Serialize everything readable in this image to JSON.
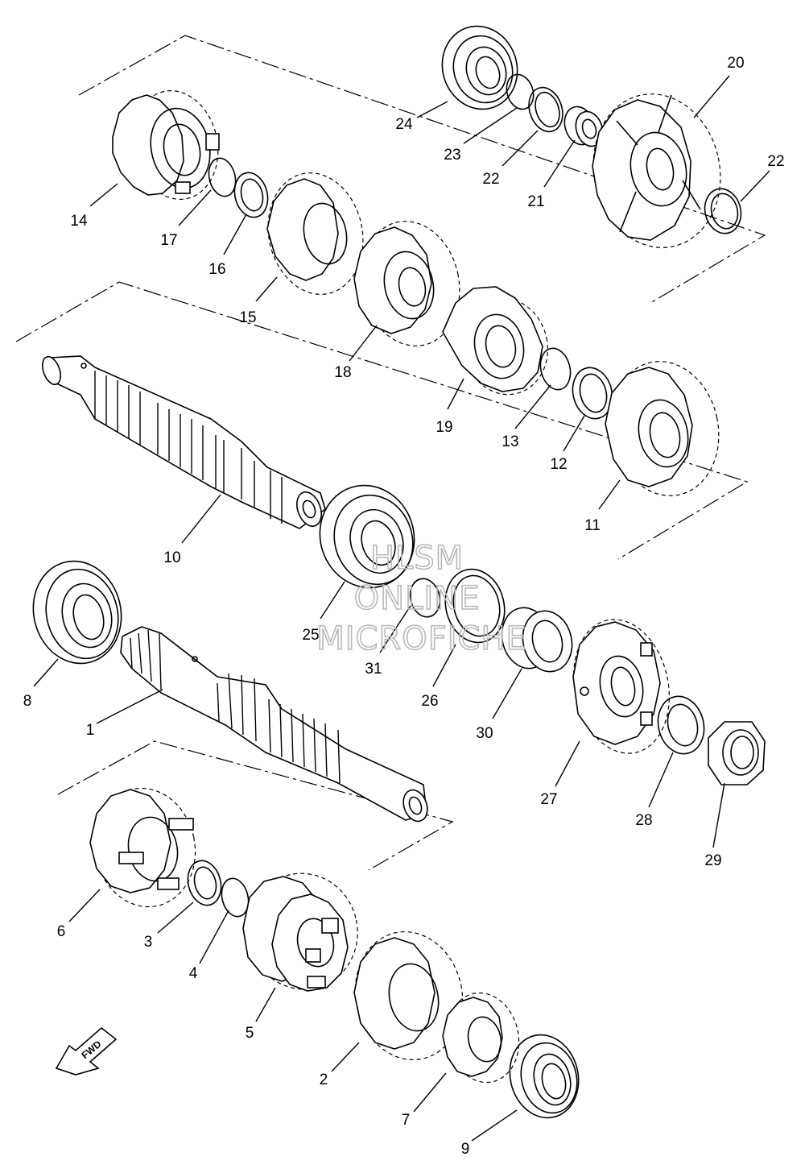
{
  "watermark": {
    "lines": [
      "HLSM",
      "ONLINE",
      "MICROFICHE"
    ]
  },
  "fwd_label": "FWD",
  "parts": [
    {
      "id": "p1",
      "label": "1"
    },
    {
      "id": "p2",
      "label": "2"
    },
    {
      "id": "p3",
      "label": "3"
    },
    {
      "id": "p4",
      "label": "4"
    },
    {
      "id": "p5",
      "label": "5"
    },
    {
      "id": "p6",
      "label": "6"
    },
    {
      "id": "p7",
      "label": "7"
    },
    {
      "id": "p8",
      "label": "8"
    },
    {
      "id": "p9",
      "label": "9"
    },
    {
      "id": "p10",
      "label": "10"
    },
    {
      "id": "p11",
      "label": "11"
    },
    {
      "id": "p12",
      "label": "12"
    },
    {
      "id": "p13",
      "label": "13"
    },
    {
      "id": "p14",
      "label": "14"
    },
    {
      "id": "p15",
      "label": "15"
    },
    {
      "id": "p16",
      "label": "16"
    },
    {
      "id": "p17",
      "label": "17"
    },
    {
      "id": "p18",
      "label": "18"
    },
    {
      "id": "p19",
      "label": "19"
    },
    {
      "id": "p20",
      "label": "20"
    },
    {
      "id": "p21",
      "label": "21"
    },
    {
      "id": "p22a",
      "label": "22"
    },
    {
      "id": "p22b",
      "label": "22"
    },
    {
      "id": "p23",
      "label": "23"
    },
    {
      "id": "p24",
      "label": "24"
    },
    {
      "id": "p25",
      "label": "25"
    },
    {
      "id": "p26",
      "label": "26"
    },
    {
      "id": "p27",
      "label": "27"
    },
    {
      "id": "p28",
      "label": "28"
    },
    {
      "id": "p29",
      "label": "29"
    },
    {
      "id": "p30",
      "label": "30"
    },
    {
      "id": "p31",
      "label": "31"
    }
  ]
}
